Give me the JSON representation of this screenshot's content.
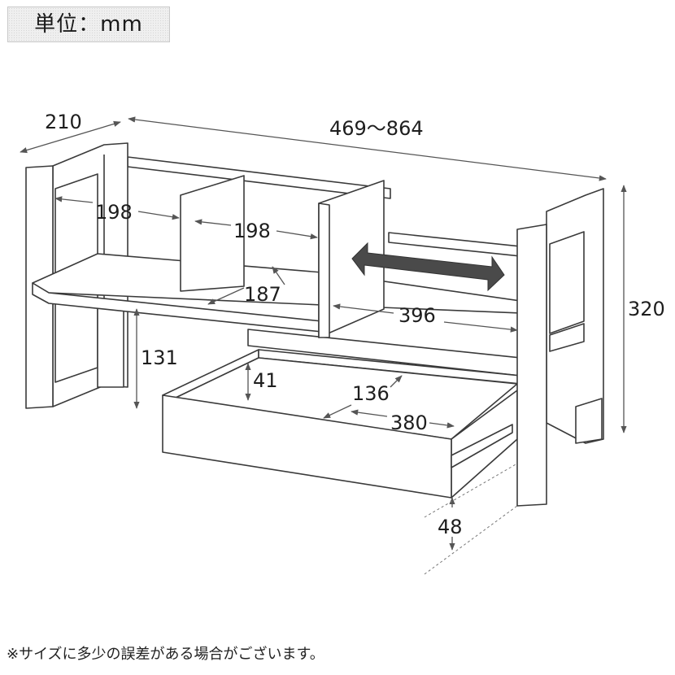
{
  "unit_label": "単位：mm",
  "dimensions": {
    "depth": "210",
    "width": "469〜864",
    "height": "320",
    "left_inner_width": "198",
    "middle_inner_width": "198",
    "shelf_depth": "187",
    "right_inner_width": "396",
    "leg_height": "131",
    "drawer_inner_height": "41",
    "drawer_inner_depth": "136",
    "drawer_inner_width": "380",
    "drawer_front_height": "48"
  },
  "note": "※サイズに多少の誤差がある場合がございます。",
  "colors": {
    "line": "#3a3a3a",
    "dimension_line": "#555555",
    "arrow_fill": "#4a4a4a",
    "unit_box_bg": "#efefef"
  },
  "icons": {
    "slide_arrow": "double-arrow-icon"
  }
}
